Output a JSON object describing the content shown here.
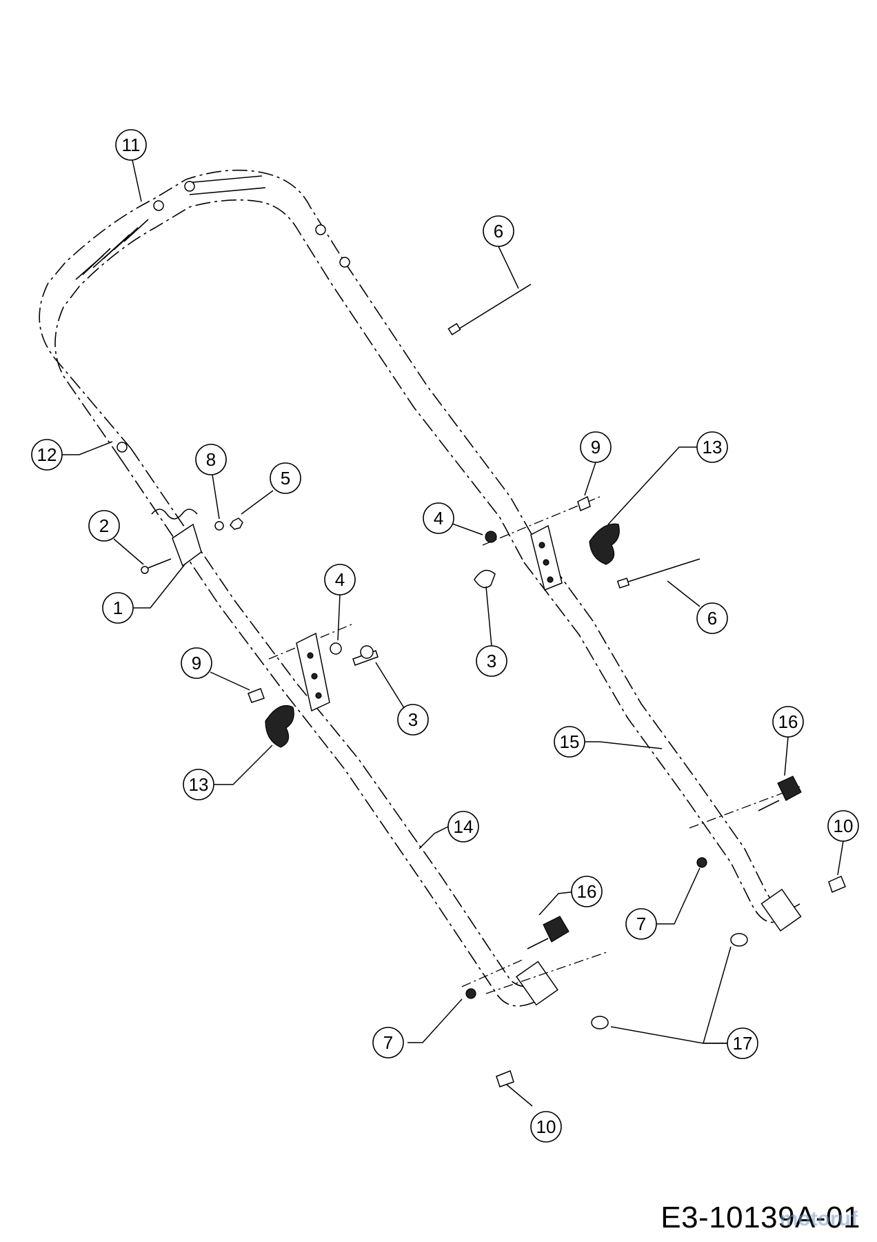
{
  "drawing_code": "E3-10139A-01",
  "watermark_text": "motoruf",
  "callouts": [
    {
      "id": "c11",
      "label": "11"
    },
    {
      "id": "c6a",
      "label": "6"
    },
    {
      "id": "c12",
      "label": "12"
    },
    {
      "id": "c8",
      "label": "8"
    },
    {
      "id": "c5",
      "label": "5"
    },
    {
      "id": "c2",
      "label": "2"
    },
    {
      "id": "c1",
      "label": "1"
    },
    {
      "id": "c9a",
      "label": "9"
    },
    {
      "id": "c13a",
      "label": "13"
    },
    {
      "id": "c4a",
      "label": "4"
    },
    {
      "id": "c6b",
      "label": "6"
    },
    {
      "id": "c3a",
      "label": "3"
    },
    {
      "id": "c4b",
      "label": "4"
    },
    {
      "id": "c9b",
      "label": "9"
    },
    {
      "id": "c3b",
      "label": "3"
    },
    {
      "id": "c13b",
      "label": "13"
    },
    {
      "id": "c15",
      "label": "15"
    },
    {
      "id": "c16a",
      "label": "16"
    },
    {
      "id": "c10a",
      "label": "10"
    },
    {
      "id": "c14",
      "label": "14"
    },
    {
      "id": "c16b",
      "label": "16"
    },
    {
      "id": "c7a",
      "label": "7"
    },
    {
      "id": "c7b",
      "label": "7"
    },
    {
      "id": "c17",
      "label": "17"
    },
    {
      "id": "c10b",
      "label": "10"
    }
  ]
}
